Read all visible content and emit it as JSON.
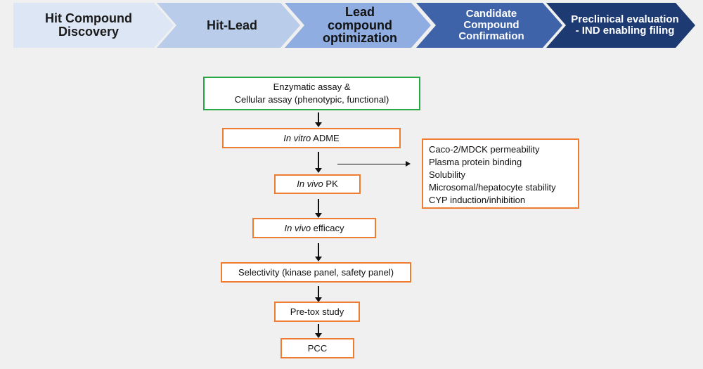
{
  "pipeline": {
    "stages": [
      {
        "label": "Hit Compound\nDiscovery"
      },
      {
        "label": "Hit-Lead"
      },
      {
        "label": "Lead\ncompound\noptimization"
      },
      {
        "label": "Candidate\nCompound\nConfirmation"
      },
      {
        "label": "Preclinical evaluation\n- IND enabling filing"
      }
    ],
    "colors": [
      "#dde6f4",
      "#b9ccea",
      "#8fade0",
      "#3e63a8",
      "#1e3a72"
    ]
  },
  "flow": {
    "assay": {
      "label": "Enzymatic assay &\nCellular assay (phenotypic, functional)"
    },
    "in_vitro_adme": {
      "italic": "In vitro",
      "rest": " ADME"
    },
    "in_vivo_pk": {
      "italic": "In vivo",
      "rest": " PK"
    },
    "in_vivo_efficacy": {
      "italic": "In vivo",
      "rest": " efficacy"
    },
    "selectivity": {
      "label": "Selectivity (kinase panel, safety panel)"
    },
    "pre_tox": {
      "label": "Pre-tox study"
    },
    "pcc": {
      "label": "PCC"
    },
    "adme_details": [
      "Caco-2/MDCK permeability",
      "Plasma protein binding",
      "Solubility",
      "Microsomal/hepatocyte stability",
      "CYP induction/inhibition"
    ],
    "colors": {
      "box_border": "#ee7d31",
      "first_box_border": "#27a844"
    }
  }
}
